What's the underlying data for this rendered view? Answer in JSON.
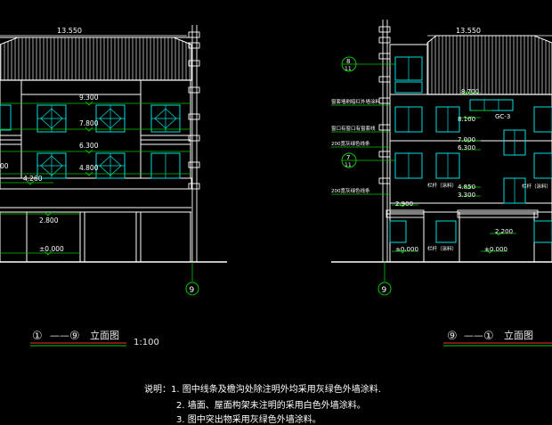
{
  "colors": {
    "background": "#000000",
    "white": "#ffffff",
    "green": "#00c800",
    "cyan": "#00e0e0",
    "red": "#ff3030",
    "yellow": "#e8e800"
  },
  "left_elevation": {
    "title_start": "①",
    "title_dash": "——",
    "title_end": "⑨",
    "title_text": "立面图",
    "scale": "1:100",
    "elev_roof": "13.550",
    "elev_3f_top": "9.300",
    "elev_3f_win": "7.800",
    "elev_2f_top": "6.300",
    "elev_2f_win": "4.800",
    "elev_1f_beam": "4.260",
    "elev_1f_door": "2.800",
    "elev_ground": "±0.000",
    "elev_left_cut": "00",
    "axis_label": "9"
  },
  "right_elevation": {
    "title_start": "⑨",
    "title_dash": "——",
    "title_end": "①",
    "title_text": "立面图",
    "elev_roof": "13.550",
    "elev_3f_top": "8.700",
    "elev_3f_sub": "8.100",
    "elev_2f_top": "7.000",
    "elev_2f_sub": "6.300",
    "elev_1f_top": "4.850",
    "elev_1f_sub": "3.300",
    "elev_door_left": "2.900",
    "elev_door_right": "2.200",
    "elev_ground_left": "±0.000",
    "elev_ground_right": "±0.000",
    "callout_top_num": "8",
    "callout_top_den": "11",
    "callout_mid_num": "7",
    "callout_mid_den": "11",
    "label_gc": "GC-3",
    "note_1": "窗套墙刷暗红外墙涂料",
    "note_2": "窗口有窗口有窗套线",
    "note_3": "200宽灰绿色线条",
    "note_4": "200宽灰绿色线条",
    "note_5": "栏杆（涂料）",
    "note_6": "栏杆（涂料）",
    "note_7": "栏杆（涂料）",
    "axis_label": "9"
  },
  "notes": {
    "line1": "说明：1. 图中线条及檐沟处除注明外均采用灰绿色外墙涂料.",
    "line2": "2. 墙面、屋面构架未注明的采用白色外墙涂料。",
    "line3": "3. 图中突出物采用灰绿色外墙涂料。"
  }
}
